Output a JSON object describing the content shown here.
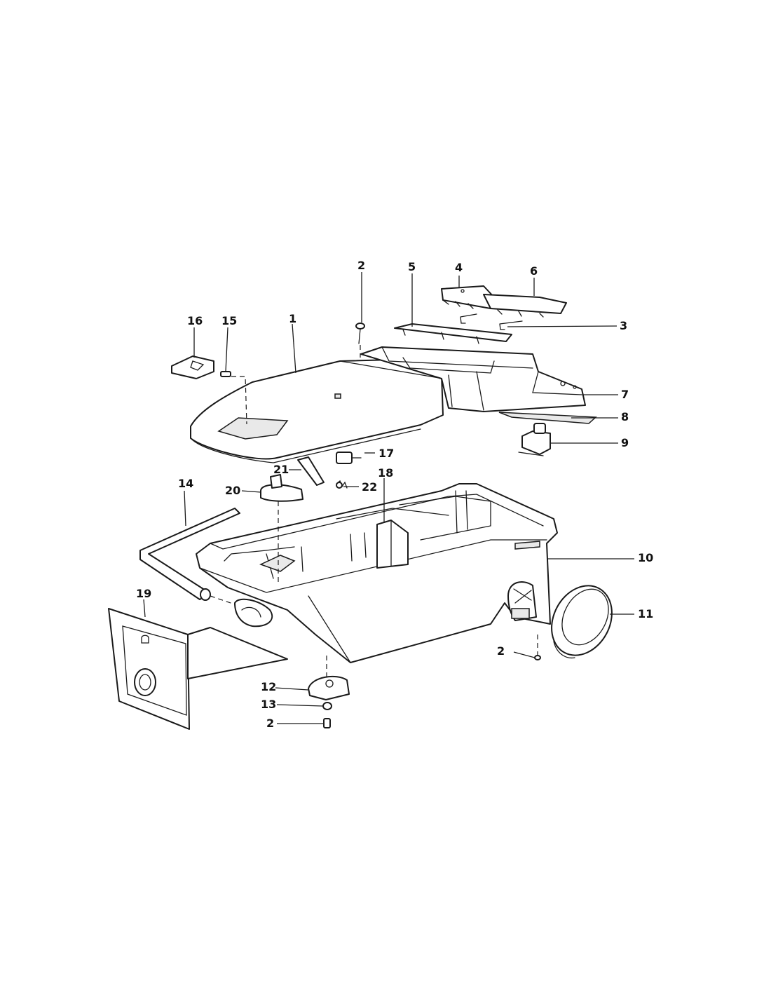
{
  "callouts": [
    {
      "id": "c1",
      "text": "1"
    },
    {
      "id": "c2a",
      "text": "2"
    },
    {
      "id": "c2b",
      "text": "2"
    },
    {
      "id": "c2c",
      "text": "2"
    },
    {
      "id": "c3",
      "text": "3"
    },
    {
      "id": "c4",
      "text": "4"
    },
    {
      "id": "c5",
      "text": "5"
    },
    {
      "id": "c6",
      "text": "6"
    },
    {
      "id": "c7",
      "text": "7"
    },
    {
      "id": "c8",
      "text": "8"
    },
    {
      "id": "c9",
      "text": "9"
    },
    {
      "id": "c10",
      "text": "10"
    },
    {
      "id": "c11",
      "text": "11"
    },
    {
      "id": "c12",
      "text": "12"
    },
    {
      "id": "c13",
      "text": "13"
    },
    {
      "id": "c14",
      "text": "14"
    },
    {
      "id": "c15",
      "text": "15"
    },
    {
      "id": "c16",
      "text": "16"
    },
    {
      "id": "c17",
      "text": "17"
    },
    {
      "id": "c18",
      "text": "18"
    },
    {
      "id": "c19",
      "text": "19"
    },
    {
      "id": "c20",
      "text": "20"
    },
    {
      "id": "c21",
      "text": "21"
    },
    {
      "id": "c22",
      "text": "22"
    }
  ]
}
